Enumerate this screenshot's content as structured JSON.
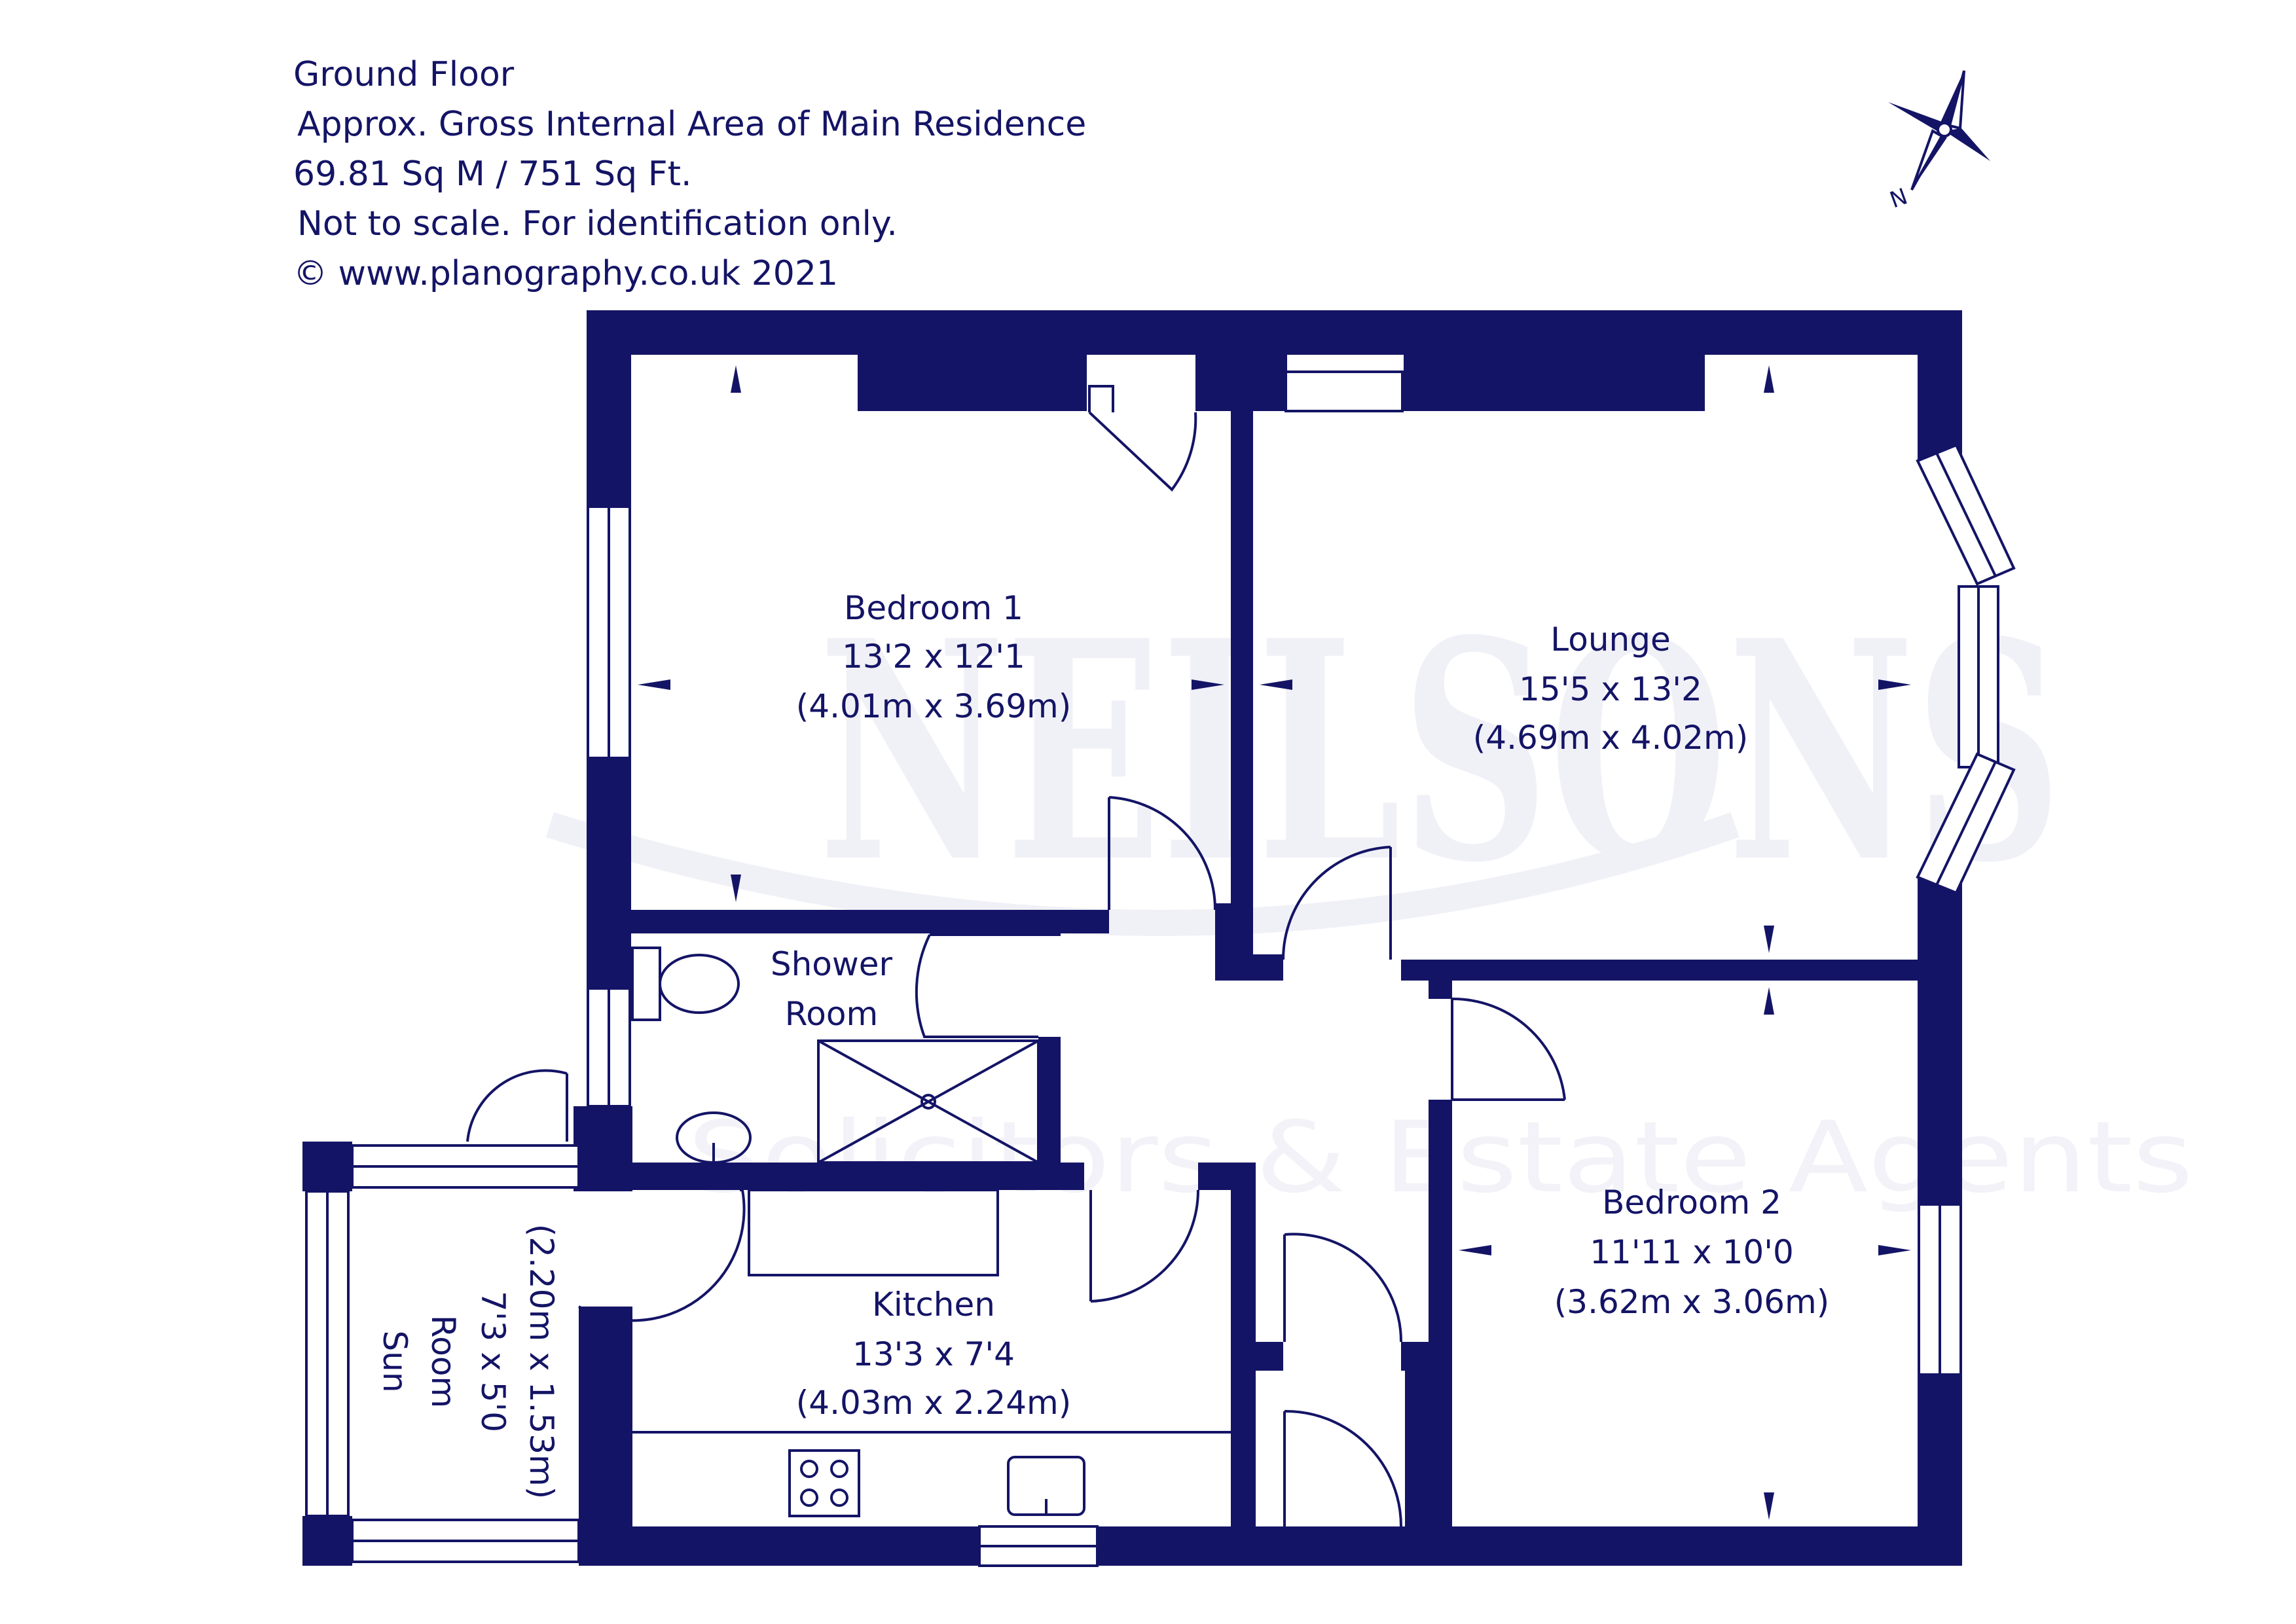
{
  "header": {
    "line1": "Ground Floor",
    "line2": "Approx. Gross Internal Area of Main Residence",
    "line3": "69.81 Sq M / 751 Sq Ft.",
    "line4": "Not to scale. For identification only.",
    "line5": "© www.planography.co.uk 2021"
  },
  "compass": {
    "north_label": "N"
  },
  "watermark": {
    "name": "NEILSONS",
    "tagline": "Solicitors & Estate Agents"
  },
  "rooms": {
    "bedroom1": {
      "name": "Bedroom 1",
      "imperial": "13'2 x 12'1",
      "metric": "(4.01m x 3.69m)"
    },
    "lounge": {
      "name": "Lounge",
      "imperial": "15'5 x 13'2",
      "metric": "(4.69m x 4.02m)"
    },
    "shower": {
      "name_line1": "Shower",
      "name_line2": "Room"
    },
    "bedroom2": {
      "name": "Bedroom 2",
      "imperial": "11'11 x 10'0",
      "metric": "(3.62m x 3.06m)"
    },
    "kitchen": {
      "name": "Kitchen",
      "imperial": "13'3 x 7'4",
      "metric": "(4.03m x 2.24m)"
    },
    "sunroom": {
      "name_line1": "Sun",
      "name_line2": "Room",
      "imperial": "7'3 x 5'0",
      "metric": "(2.20m x 1.53m)"
    }
  },
  "colors": {
    "wall": "#141466",
    "text": "#141466",
    "watermark": "#f0f0f7",
    "background": "#ffffff"
  }
}
